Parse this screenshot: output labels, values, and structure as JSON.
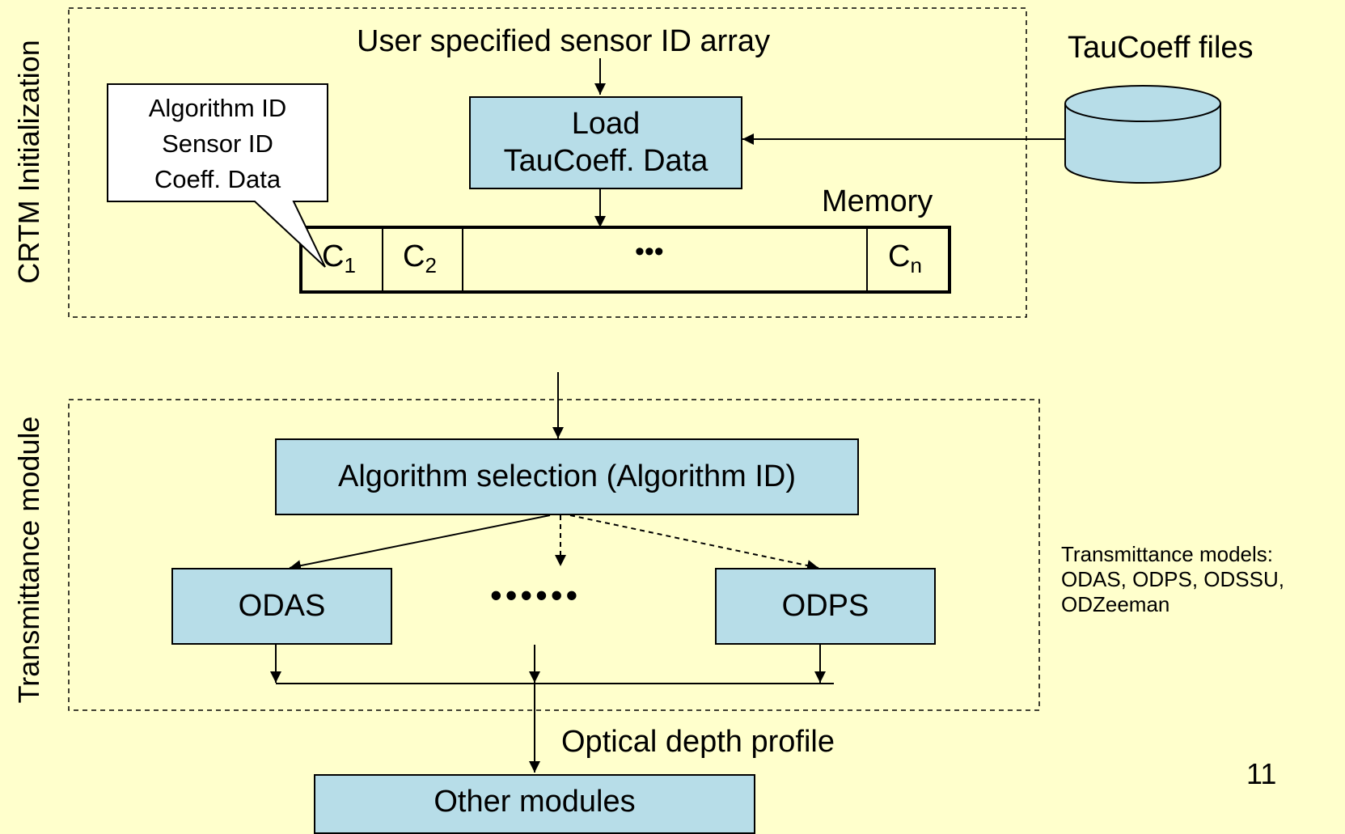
{
  "sections": {
    "init_label": "CRTM Initialization",
    "trans_label": "Transmittance module"
  },
  "init": {
    "sensor_input": "User specified sensor ID array",
    "load_box": [
      "Load",
      "TauCoeff. Data"
    ],
    "taucoeff_files": "TauCoeff files",
    "memory_label": "Memory",
    "callout": [
      "Algorithm ID",
      "Sensor ID",
      "Coeff. Data"
    ],
    "cells": [
      {
        "base": "C",
        "sub": "1"
      },
      {
        "base": "C",
        "sub": "2"
      },
      {
        "base": "•••",
        "sub": ""
      },
      {
        "base": "C",
        "sub": "n"
      }
    ]
  },
  "transmittance": {
    "selection_box": "Algorithm selection (Algorithm ID)",
    "model_left": "ODAS",
    "model_dots": "••••••",
    "model_right": "ODPS",
    "models_note": [
      "Transmittance models:",
      "ODAS, ODPS, ODSSU,",
      "ODZeeman"
    ],
    "output_label": "Optical depth profile",
    "other_modules": "Other modules"
  },
  "page_number": "11",
  "colors": {
    "background": "#ffffcc",
    "box_fill": "#b7dde8",
    "stroke": "#000000"
  }
}
